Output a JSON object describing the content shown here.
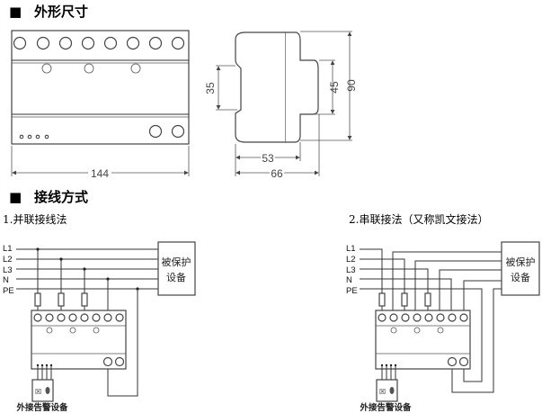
{
  "section_dimensions": {
    "marker": "■",
    "title": "外形尺寸"
  },
  "dimensions": {
    "width": "144",
    "rail": "35",
    "front": "45",
    "height": "90",
    "depth_body": "53",
    "depth_total": "66"
  },
  "section_wiring": {
    "marker": "■",
    "title": "接线方式"
  },
  "parallel": {
    "title": "1.并联接线法",
    "lines": [
      "L1",
      "L2",
      "L3",
      "N",
      "PE"
    ],
    "protected_device": [
      "被保护",
      "设备"
    ],
    "alarm_label": "外接告警设备"
  },
  "series": {
    "title": "2.串联接法（又称凯文接法）",
    "lines": [
      "L1",
      "L2",
      "L3",
      "N",
      "PE"
    ],
    "protected_device": [
      "被保护",
      "设备"
    ],
    "alarm_label": "外接告警设备"
  }
}
